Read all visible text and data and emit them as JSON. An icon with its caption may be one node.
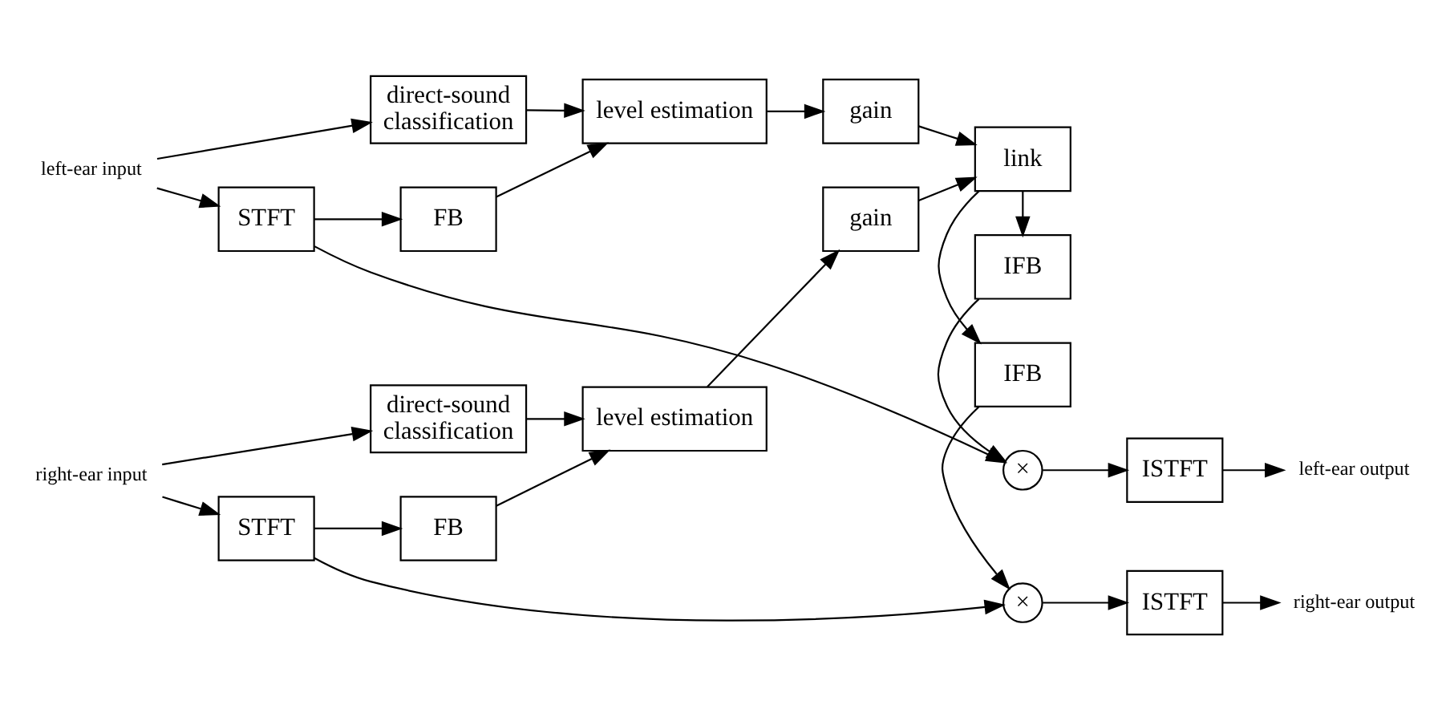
{
  "diagram": {
    "nodes": [
      {
        "text": [
          "left-ear input"
        ]
      },
      {
        "text": [
          "STFT"
        ]
      },
      {
        "text": [
          "×"
        ]
      },
      {
        "text": [
          "ISTFT"
        ]
      },
      {
        "text": [
          "left-ear output"
        ]
      },
      {
        "text": [
          "FB"
        ]
      },
      {
        "text": [
          "direct-sound",
          "classification"
        ]
      },
      {
        "text": [
          "level estimation"
        ]
      },
      {
        "text": [
          "gain"
        ]
      },
      {
        "text": [
          "IFB"
        ]
      },
      {
        "text": [
          "link"
        ]
      },
      {
        "text": [
          "direct-sound",
          "classification"
        ]
      },
      {
        "text": [
          "level estimation"
        ]
      },
      {
        "text": [
          "gain"
        ]
      },
      {
        "text": [
          "FB"
        ]
      },
      {
        "text": [
          "IFB"
        ]
      },
      {
        "text": [
          "right-ear input"
        ]
      },
      {
        "text": [
          "STFT"
        ]
      },
      {
        "text": [
          "×"
        ]
      },
      {
        "text": [
          "ISTFT"
        ]
      },
      {
        "text": [
          "right-ear output"
        ]
      }
    ],
    "edges": [
      {
        "from": 0,
        "to": 1,
        "arrow": "to"
      },
      {
        "from": 0,
        "to": 6,
        "arrow": "to"
      },
      {
        "from": 1,
        "to": 2,
        "arrow": "to"
      },
      {
        "from": 1,
        "to": 5,
        "arrow": "to"
      },
      {
        "from": 2,
        "to": 3,
        "arrow": "to"
      },
      {
        "from": 3,
        "to": 4,
        "arrow": "to"
      },
      {
        "from": 5,
        "to": 7,
        "arrow": "to"
      },
      {
        "from": 6,
        "to": 7,
        "arrow": "to"
      },
      {
        "from": 7,
        "to": 8,
        "arrow": "to"
      },
      {
        "from": 8,
        "to": 10,
        "arrow": "to"
      },
      {
        "from": 10,
        "to": 9,
        "arrow": "to"
      },
      {
        "from": 9,
        "to": 2,
        "arrow": "to"
      },
      {
        "from": 10,
        "to": 15,
        "arrow": "to"
      },
      {
        "from": 15,
        "to": 18,
        "arrow": "to"
      },
      {
        "from": 16,
        "to": 11,
        "arrow": "to"
      },
      {
        "from": 16,
        "to": 17,
        "arrow": "to"
      },
      {
        "from": 17,
        "to": 18,
        "arrow": "to"
      },
      {
        "from": 17,
        "to": 14,
        "arrow": "to"
      },
      {
        "from": 14,
        "to": 12,
        "arrow": "to"
      },
      {
        "from": 11,
        "to": 12,
        "arrow": "to"
      },
      {
        "from": 12,
        "to": 13,
        "arrow": "to"
      },
      {
        "from": 13,
        "to": 10,
        "arrow": "to"
      },
      {
        "from": 18,
        "to": 19,
        "arrow": "to"
      },
      {
        "from": 19,
        "to": 20,
        "arrow": "to"
      }
    ]
  }
}
